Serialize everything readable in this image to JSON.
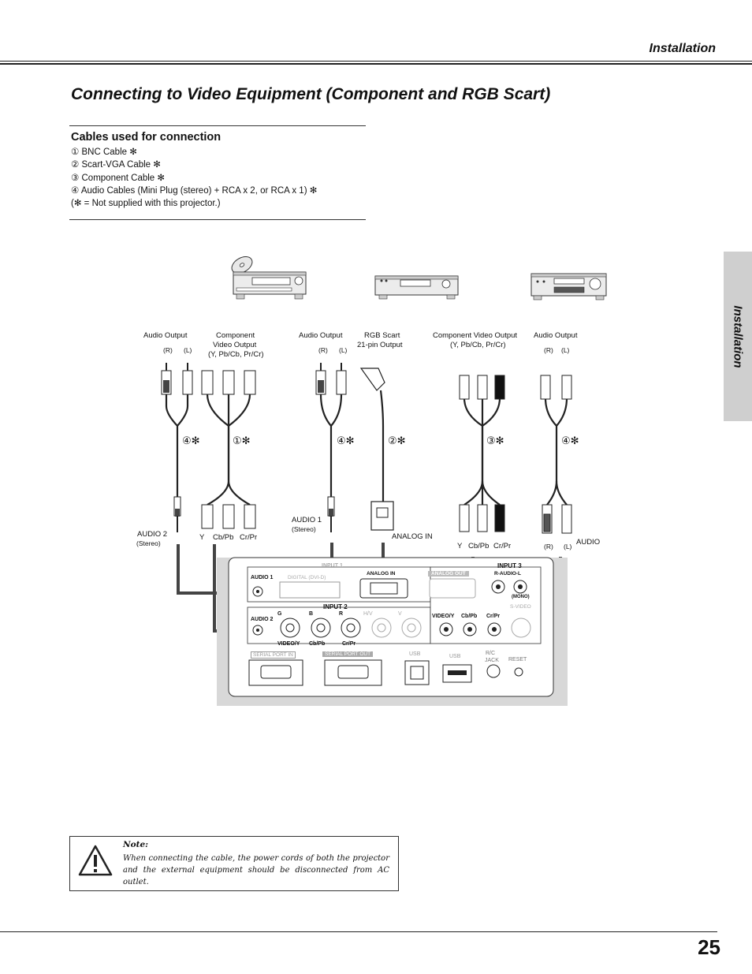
{
  "section_title": "Installation",
  "page_title": "Connecting to Video Equipment (Component and RGB Scart)",
  "side_tab": "Installation",
  "cables": {
    "heading": "Cables used for connection",
    "items": [
      "① BNC Cable ✻",
      "② Scart-VGA Cable ✻",
      "③ Component Cable ✻",
      "④ Audio Cables (Mini Plug (stereo) + RCA x 2, or RCA x 1) ✻"
    ],
    "footnote": "(✻ = Not supplied with this projector.)"
  },
  "devices": {
    "d1": {
      "audio_out": "Audio Output",
      "r": "(R)",
      "l": "(L)",
      "comp_line1": "Component",
      "comp_line2": "Video Output",
      "comp_line3": "(Y, Pb/Cb, Pr/Cr)"
    },
    "d2": {
      "audio_out": "Audio Output",
      "r": "(R)",
      "l": "(L)",
      "rgb_line1": "RGB Scart",
      "rgb_line2": "21-pin Output"
    },
    "d3": {
      "comp_line1": "Component Video Output",
      "comp_line2": "(Y, Pb/Cb, Pr/Cr)",
      "audio_out": "Audio Output",
      "r": "(R)",
      "l": "(L)"
    }
  },
  "cable_marks": [
    "④✻",
    "①✻",
    "④✻",
    "②✻",
    "③✻",
    "④✻"
  ],
  "plug_labels": {
    "audio2": "AUDIO 2",
    "audio2_sub": "(Stereo)",
    "y": "Y",
    "cb": "Cb/Pb",
    "cr": "Cr/Pr",
    "audio1": "AUDIO 1",
    "audio1_sub": "(Stereo)",
    "analog_in": "ANALOG IN",
    "y2": "Y",
    "cb2": "Cb/Pb",
    "cr2": "Cr/Pr",
    "r": "(R)",
    "l": "(L)",
    "audio": "AUDIO"
  },
  "panel": {
    "input1": "INPUT 1",
    "audio1": "AUDIO 1",
    "digital": "DIGITAL (DVI-D)",
    "analog_in": "ANALOG IN",
    "analog_out": "ANALOG OUT",
    "input3": "INPUT 3",
    "r_audio_l": "R-AUDIO-L",
    "mono": "(MONO)",
    "svideo": "S-VIDEO",
    "input2": "INPUT 2",
    "audio2": "AUDIO 2",
    "g": "G",
    "b": "B",
    "r": "R",
    "hv": "H/V",
    "v": "V",
    "video_y": "VIDEO/Y",
    "cb_pb": "Cb/Pb",
    "cr_pr": "Cr/Pr",
    "video_y3": "VIDEO/Y",
    "cb_pb3": "Cb/Pb",
    "cr_pr3": "Cr/Pr",
    "serial_in": "SERIAL PORT IN",
    "serial_out": "SERIAL PORT OUT",
    "usb1": "USB",
    "usb2": "USB",
    "rc_jack": "R/C",
    "rc_jack2": "JACK",
    "reset": "RESET"
  },
  "note": {
    "title": "Note:",
    "text": "When connecting the cable, the power cords of both the projector and the external equipment should be disconnected from AC outlet."
  },
  "page_number": "25"
}
